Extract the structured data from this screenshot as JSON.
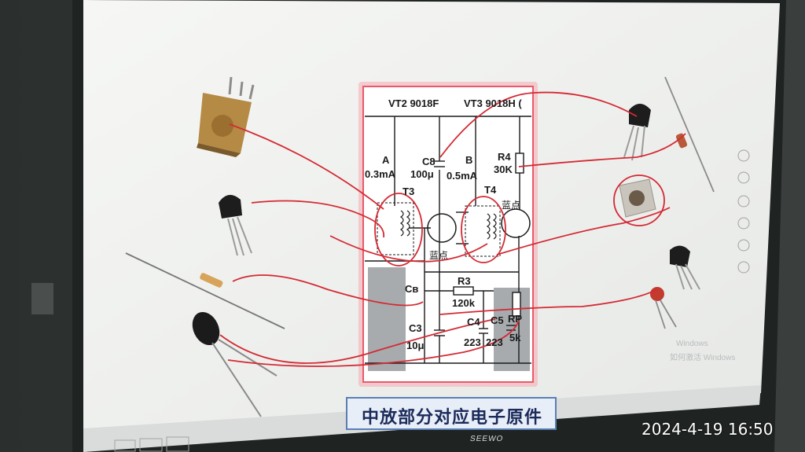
{
  "photo": {
    "timestamp": "2024-4-19 16:50",
    "monitor_brand": "SEEWO",
    "caption": "中放部分对应电子原件",
    "watermark": [
      "Windows",
      "如何激活 Windows"
    ]
  },
  "schematic": {
    "labels": {
      "vt2": "VT2  9018F",
      "vt3": "VT3  9018H (",
      "c8": "C8",
      "c8_value": "100μ",
      "a_label": "A",
      "a_current": "0.3mA",
      "b_label": "B",
      "b_current": "0.5mA",
      "r4": "R4",
      "r4_value": "30K",
      "t3": "T3",
      "t4": "T4",
      "blue_dot_1": "蓝点",
      "blue_dot_2": "蓝点",
      "cb": "Cв",
      "r3": "R3",
      "r3_value": "120k",
      "c3": "C3",
      "c3_value": "10μ",
      "c4": "C4",
      "c4_value": "223",
      "c5": "C5",
      "c5_value": "223",
      "rp": "RP",
      "rp_value": "5k"
    }
  },
  "colors": {
    "wire": "#d42a34",
    "board": "#f3f4f2",
    "highlight": "#e85a6a"
  }
}
